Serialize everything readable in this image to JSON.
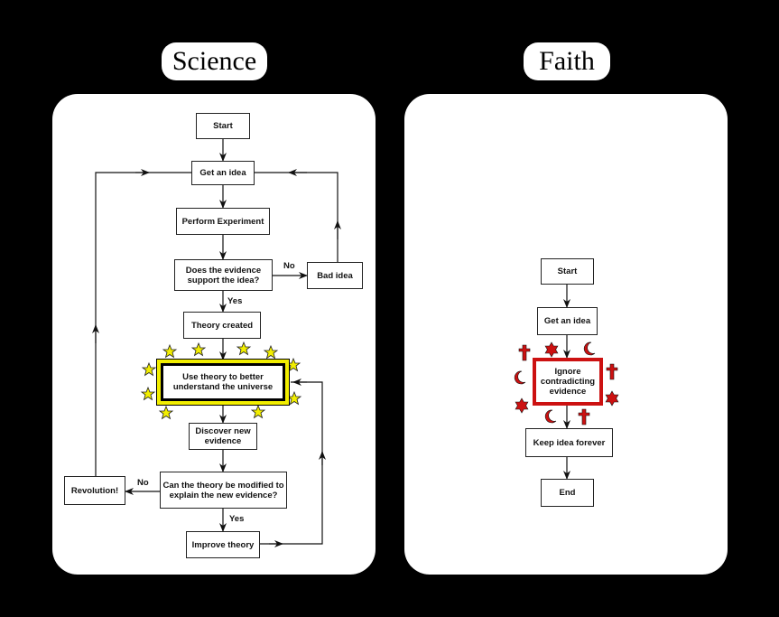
{
  "science": {
    "title": "Science",
    "nodes": {
      "start": "Start",
      "get_idea": "Get an idea",
      "perform": "Perform Experiment",
      "question1": "Does the evidence support the idea?",
      "bad_idea": "Bad idea",
      "theory_created": "Theory created",
      "use_theory": "Use theory to better understand the universe",
      "discover": "Discover new evidence",
      "question2": "Can the theory be modified to explain the new evidence?",
      "revolution": "Revolution!",
      "improve": "Improve theory"
    },
    "labels": {
      "no1": "No",
      "yes1": "Yes",
      "no2": "No",
      "yes2": "Yes"
    },
    "highlight_color": "#f2ee00"
  },
  "faith": {
    "title": "Faith",
    "nodes": {
      "start": "Start",
      "get_idea": "Get an idea",
      "ignore": "Ignore contradicting evidence",
      "keep": "Keep idea forever",
      "end": "End"
    },
    "highlight_color": "#cc1111"
  }
}
